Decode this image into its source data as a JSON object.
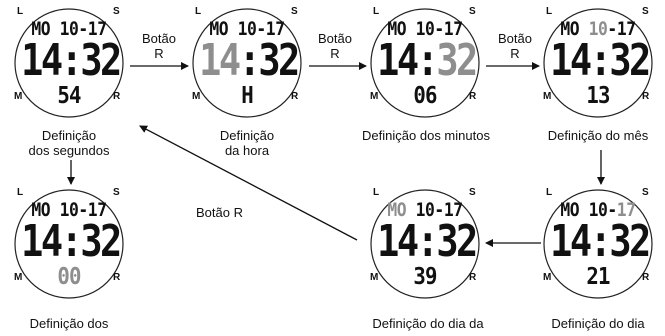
{
  "corner_labels": {
    "top_left": "L",
    "top_right": "S",
    "bottom_left": "M",
    "bottom_right": "R"
  },
  "watches": [
    {
      "id": "seconds",
      "date": "MO 10-17",
      "time": "14:32",
      "value": "54",
      "caption_line1": "Definição",
      "caption_line2": "dos segundos"
    },
    {
      "id": "hour",
      "date": "MO 10-17",
      "time": "14:32",
      "value": "H",
      "caption_line1": "Definição",
      "caption_line2": "da hora"
    },
    {
      "id": "minutes",
      "date": "MO 10-17",
      "time": "14:32",
      "value": "06",
      "caption_line1": "Definição dos minutos",
      "caption_line2": ""
    },
    {
      "id": "month",
      "date": "MO 10-17",
      "time": "14:32",
      "value": "13",
      "caption_line1": "Definição do mês",
      "caption_line2": ""
    },
    {
      "id": "day",
      "date": "MO 10-17",
      "time": "14:32",
      "value": "21",
      "caption_line1": "Definição do dia",
      "caption_line2": ""
    },
    {
      "id": "weekday",
      "date": "MO 10-17",
      "time": "14:32",
      "value": "39",
      "caption_line1": "Definição do dia da",
      "caption_line2": ""
    },
    {
      "id": "final",
      "date": "MO 10-17",
      "time": "14:32",
      "value": "00",
      "caption_line1": "Definição dos",
      "caption_line2": ""
    }
  ],
  "buttons": {
    "b1_line1": "Botão",
    "b1_line2": "R",
    "b2_line1": "Botão",
    "b2_line2": "R",
    "b3_line1": "Botão",
    "b3_line2": "R",
    "b4": "Botão R"
  }
}
